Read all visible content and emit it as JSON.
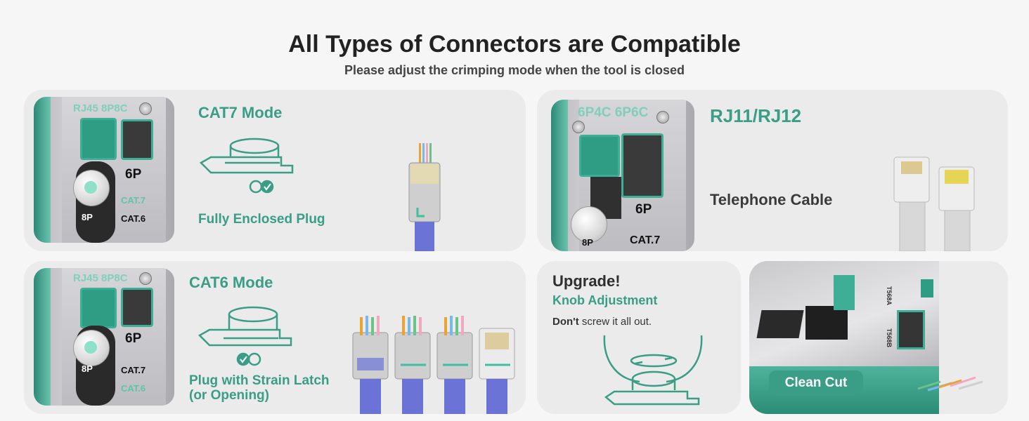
{
  "header": {
    "title": "All Types of Connectors are Compatible",
    "subtitle": "Please adjust the crimping mode when the tool is closed"
  },
  "cat7_panel": {
    "tool_label": "RJ45 8P8C",
    "mark_6p": "6P",
    "mark_cat7": "CAT.7",
    "mark_8p": "8P",
    "mark_cat6": "CAT.6",
    "mode": "CAT7 Mode",
    "plug_label": "Fully Enclosed Plug"
  },
  "rj11_panel": {
    "tool_label": "6P4C 6P6C",
    "mark_6p": "6P",
    "mark_8p": "8P",
    "mark_cat7": "CAT.7",
    "mode": "RJ11/RJ12",
    "cable_label": "Telephone Cable"
  },
  "cat6_panel": {
    "tool_label": "RJ45 8P8C",
    "mark_6p": "6P",
    "mark_8p": "8P",
    "mark_cat7": "CAT.7",
    "mark_cat6": "CAT.6",
    "mode": "CAT6 Mode",
    "plug_label_line1": "Plug with Strain Latch",
    "plug_label_line2": "(or Opening)"
  },
  "upgrade_panel": {
    "heading": "Upgrade!",
    "subheading": "Knob Adjustment",
    "note_bold": "Don't",
    "note_rest": " screw it all out."
  },
  "cut_panel": {
    "badge": "Clean Cut",
    "label_a": "T568A",
    "label_b": "T568B"
  },
  "colors": {
    "accent": "#3a9d86",
    "panel": "#ebebeb",
    "background": "#f6f6f6"
  }
}
